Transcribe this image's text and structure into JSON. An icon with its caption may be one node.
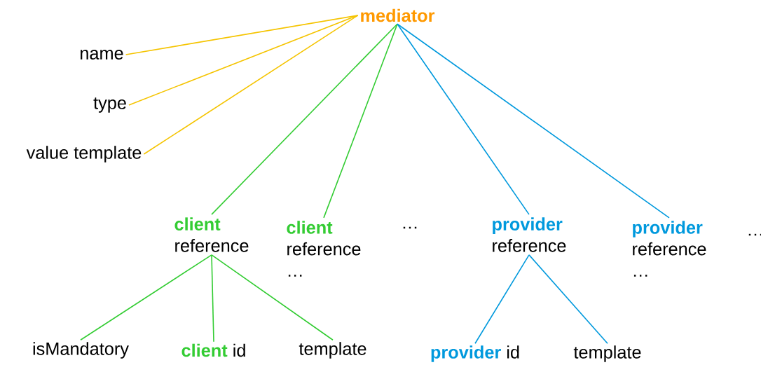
{
  "diagram": {
    "nodes": [
      {
        "text": [
          "mediator"
        ]
      },
      {
        "text": [
          "name"
        ]
      },
      {
        "text": [
          "type"
        ]
      },
      {
        "text": [
          "value template"
        ]
      },
      {
        "text": [
          "client",
          "reference"
        ]
      },
      {
        "text": [
          "client",
          "reference",
          "…"
        ]
      },
      {
        "text": [
          "provider",
          "reference"
        ]
      },
      {
        "text": [
          "provider",
          "reference",
          "…"
        ]
      },
      {
        "text": [
          "isMandatory"
        ]
      },
      {
        "text": [
          "client",
          "id"
        ]
      },
      {
        "text": [
          "template"
        ]
      },
      {
        "text": [
          "provider",
          "id"
        ]
      },
      {
        "text": [
          "template"
        ]
      }
    ],
    "edges": [
      {
        "from": 0,
        "to": 1,
        "arrow": "none",
        "color": "#f5c400"
      },
      {
        "from": 0,
        "to": 2,
        "arrow": "none",
        "color": "#f5c400"
      },
      {
        "from": 0,
        "to": 3,
        "arrow": "none",
        "color": "#f5c400"
      },
      {
        "from": 0,
        "to": 4,
        "arrow": "none",
        "color": "#33cc33"
      },
      {
        "from": 0,
        "to": 5,
        "arrow": "none",
        "color": "#33cc33"
      },
      {
        "from": 0,
        "to": 6,
        "arrow": "none",
        "color": "#0099dd"
      },
      {
        "from": 0,
        "to": 7,
        "arrow": "none",
        "color": "#0099dd"
      },
      {
        "from": 4,
        "to": 8,
        "arrow": "none",
        "color": "#33cc33"
      },
      {
        "from": 4,
        "to": 9,
        "arrow": "none",
        "color": "#33cc33"
      },
      {
        "from": 4,
        "to": 10,
        "arrow": "none",
        "color": "#33cc33"
      },
      {
        "from": 6,
        "to": 11,
        "arrow": "none",
        "color": "#0099dd"
      },
      {
        "from": 6,
        "to": 12,
        "arrow": "none",
        "color": "#0099dd"
      }
    ],
    "labels": [
      "…",
      "…"
    ]
  }
}
